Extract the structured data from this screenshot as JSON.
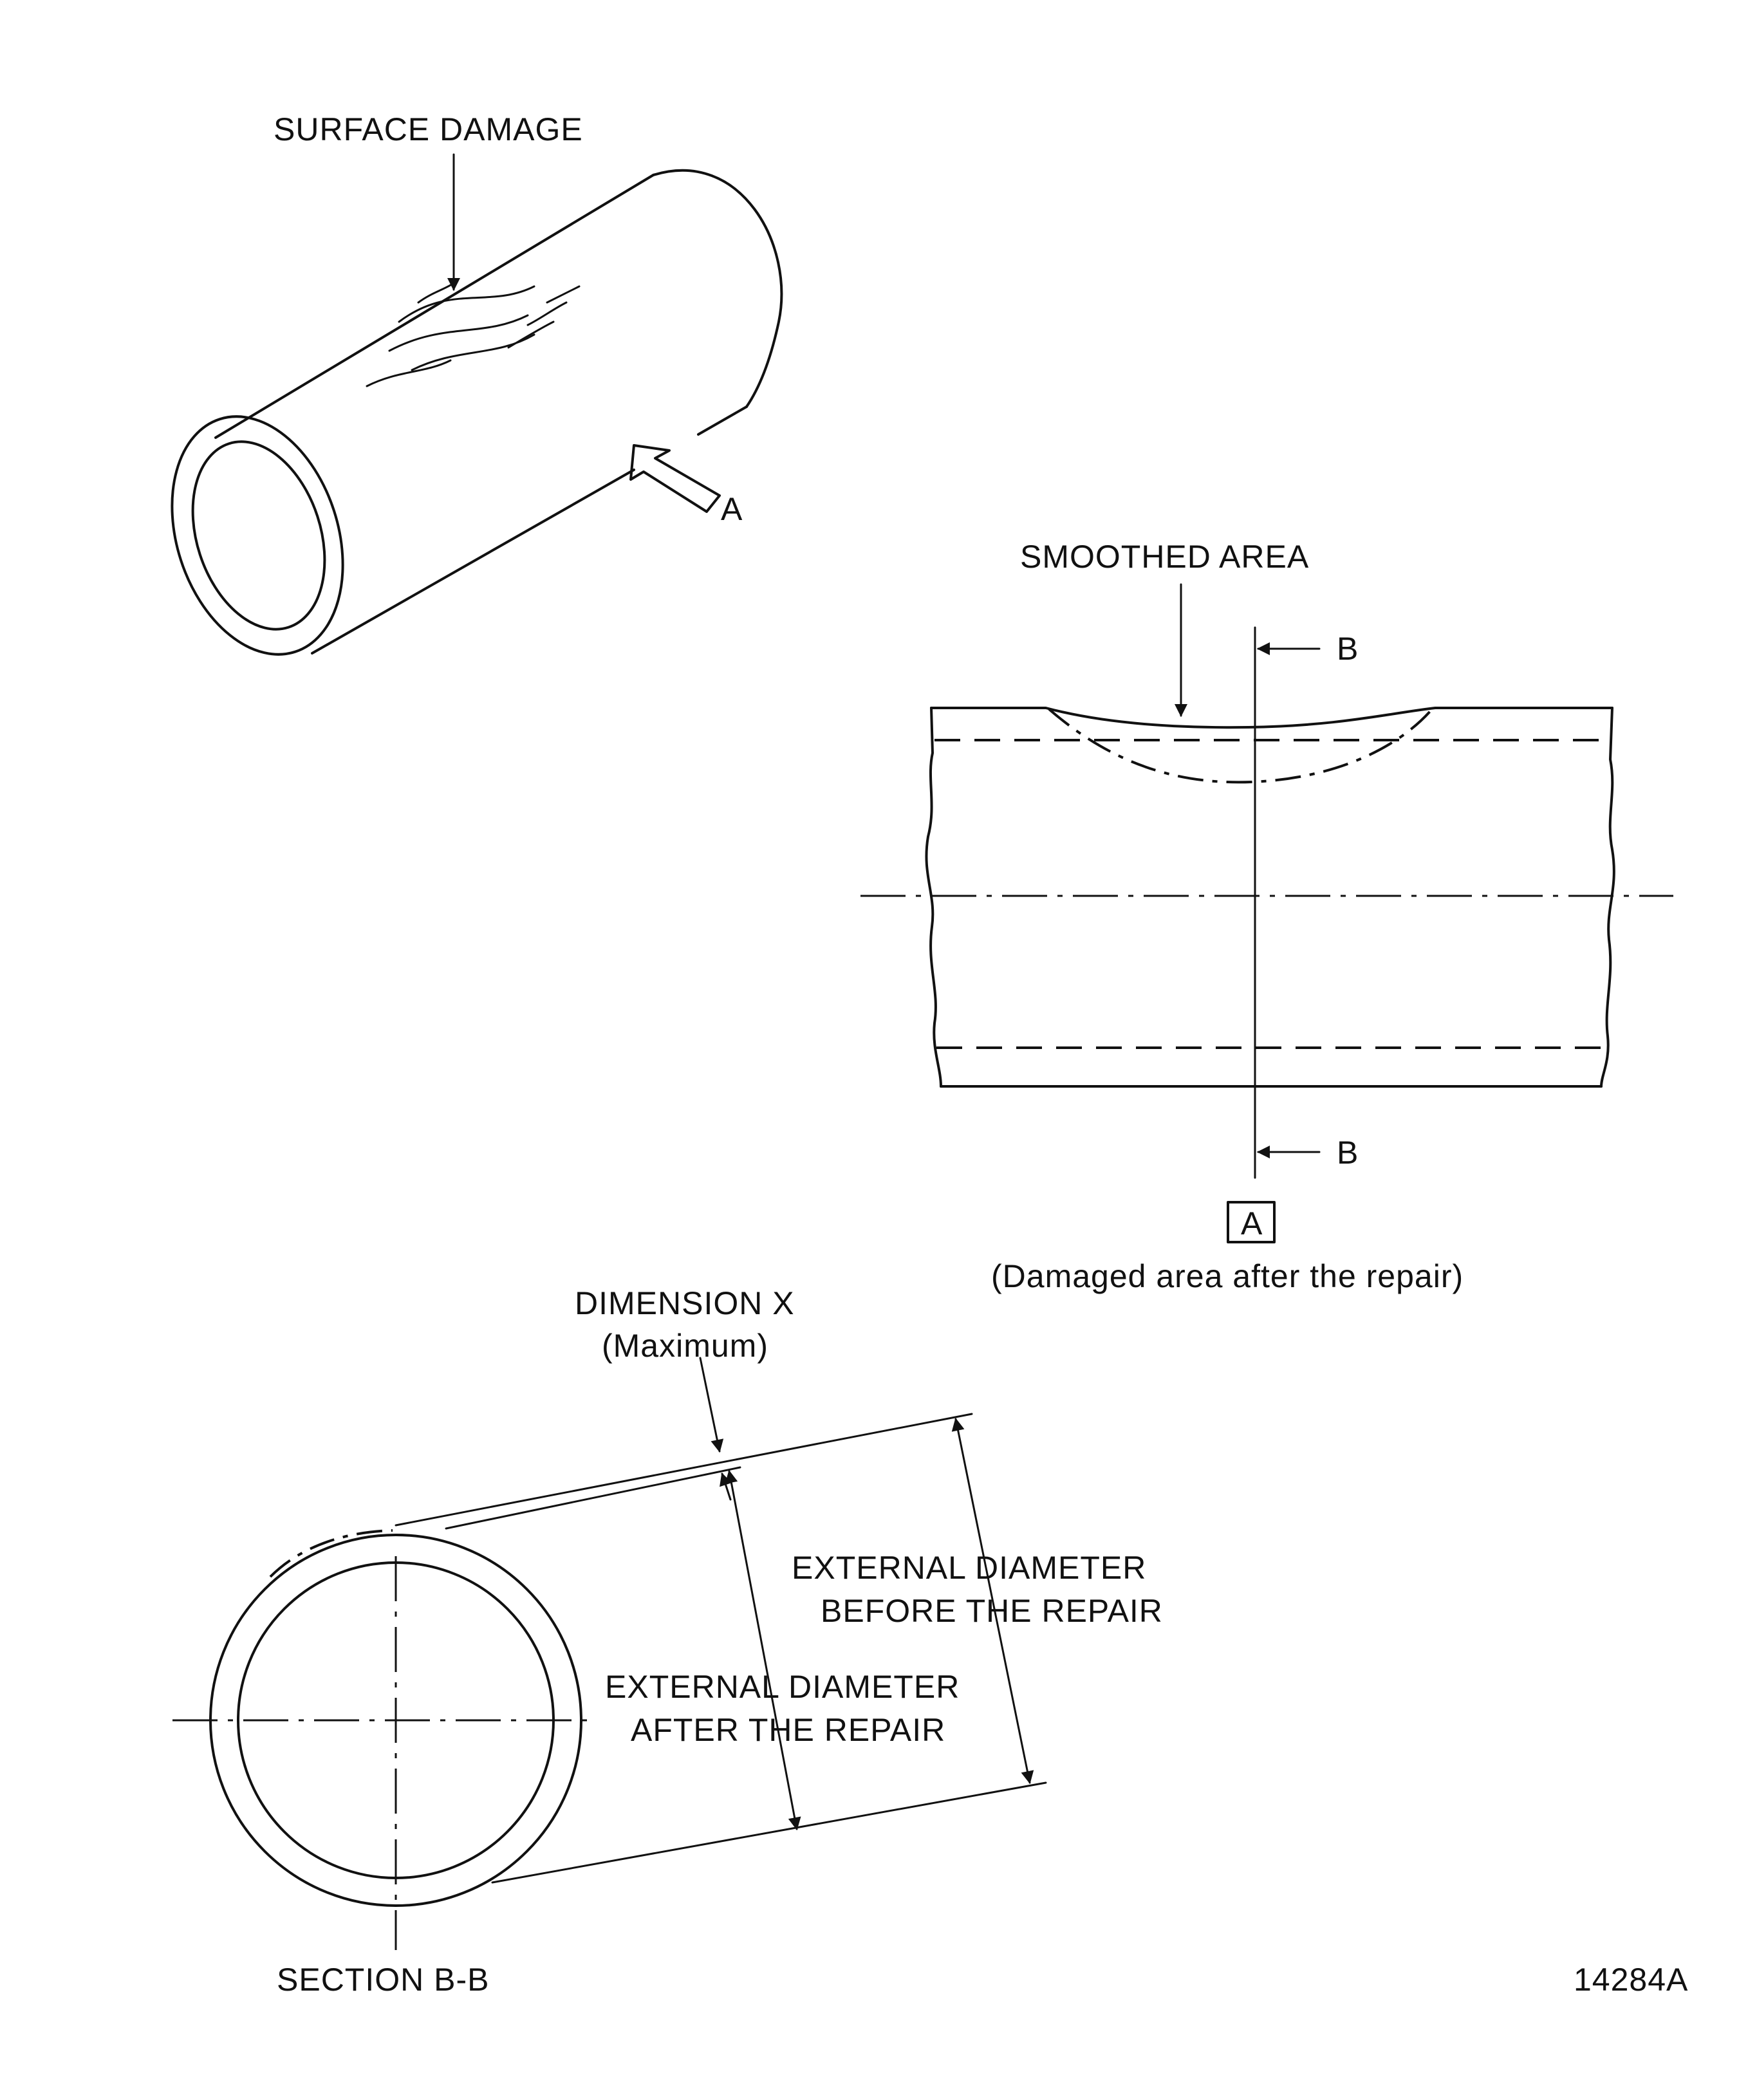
{
  "labels": {
    "surface_damage": "SURFACE DAMAGE",
    "view_arrow_letter": "A",
    "smoothed_area": "SMOOTHED AREA",
    "section_letter_top": "B",
    "section_letter_bottom": "B",
    "view_box_letter": "A",
    "view_caption": "(Damaged area after the repair)",
    "dimension_x": "DIMENSION X",
    "dimension_x_note": "(Maximum)",
    "ext_before_line1": "EXTERNAL DIAMETER",
    "ext_before_line2": "BEFORE THE REPAIR",
    "ext_after_line1": "EXTERNAL DIAMETER",
    "ext_after_line2": "AFTER THE REPAIR",
    "section_title": "SECTION B-B",
    "figure_number": "14284A"
  },
  "colors": {
    "line": "#111111",
    "background": "#ffffff"
  }
}
